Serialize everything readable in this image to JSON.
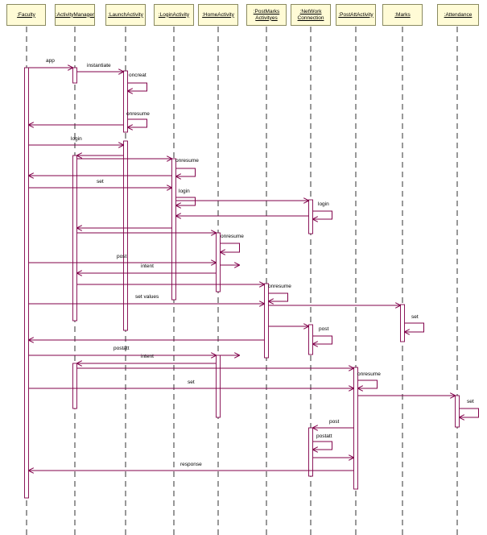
{
  "lifelines": [
    {
      "id": "faculty",
      "label": [
        ":Faculty"
      ]
    },
    {
      "id": "activitymanager",
      "label": [
        ":ActivityManager"
      ]
    },
    {
      "id": "launchactivity",
      "label": [
        ":LaunchActivity"
      ]
    },
    {
      "id": "loginactivity",
      "label": [
        ":LoginActivity"
      ]
    },
    {
      "id": "homeactivity",
      "label": [
        ":HomeActivity"
      ]
    },
    {
      "id": "postmarksactivity",
      "label": [
        ":PostMarks",
        "Activityes"
      ]
    },
    {
      "id": "networkconnection",
      "label": [
        ":NetWork",
        "Connection"
      ]
    },
    {
      "id": "postattactivity",
      "label": [
        ":PostAttActivity"
      ]
    },
    {
      "id": "marks",
      "label": [
        ":Marks"
      ]
    },
    {
      "id": "attendance",
      "label": [
        ":Attendance"
      ]
    }
  ],
  "messages": [
    {
      "from": "faculty",
      "to": "activitymanager",
      "label": "app"
    },
    {
      "from": "activitymanager",
      "to": "launchactivity",
      "label": "instantiate"
    },
    {
      "from": "launchactivity",
      "to": "launchactivity",
      "label": "oncreat"
    },
    {
      "from": "launchactivity",
      "to": "faculty",
      "label": ""
    },
    {
      "from": "launchactivity",
      "to": "launchactivity",
      "label": "onresume"
    },
    {
      "from": "faculty",
      "to": "launchactivity",
      "label": "login"
    },
    {
      "from": "launchactivity",
      "to": "activitymanager",
      "label": ""
    },
    {
      "from": "activitymanager",
      "to": "loginactivity",
      "label": ""
    },
    {
      "from": "loginactivity",
      "to": "loginactivity",
      "label": "onresume"
    },
    {
      "from": "loginactivity",
      "to": "faculty",
      "label": ""
    },
    {
      "from": "faculty",
      "to": "loginactivity",
      "label": "set"
    },
    {
      "from": "loginactivity",
      "to": "loginactivity",
      "label": "login"
    },
    {
      "from": "loginactivity",
      "to": "networkconnection",
      "label": ""
    },
    {
      "from": "networkconnection",
      "to": "networkconnection",
      "label": "login"
    },
    {
      "from": "networkconnection",
      "to": "loginactivity",
      "label": ""
    },
    {
      "from": "loginactivity",
      "to": "activitymanager",
      "label": ""
    },
    {
      "from": "activitymanager",
      "to": "homeactivity",
      "label": ""
    },
    {
      "from": "homeactivity",
      "to": "homeactivity",
      "label": "onresume"
    },
    {
      "from": "faculty",
      "to": "homeactivity",
      "label": "post"
    },
    {
      "from": "homeactivity",
      "to": "homeactivity",
      "label": "intent"
    },
    {
      "from": "homeactivity",
      "to": "activitymanager",
      "label": ""
    },
    {
      "from": "activitymanager",
      "to": "postmarksactivity",
      "label": ""
    },
    {
      "from": "postmarksactivity",
      "to": "postmarksactivity",
      "label": "onresume"
    },
    {
      "from": "faculty",
      "to": "postmarksactivity",
      "label": "set values"
    },
    {
      "from": "postmarksactivity",
      "to": "marks",
      "label": ""
    },
    {
      "from": "marks",
      "to": "marks",
      "label": "set"
    },
    {
      "from": "postmarksactivity",
      "to": "networkconnection",
      "label": ""
    },
    {
      "from": "networkconnection",
      "to": "networkconnection",
      "label": "post"
    },
    {
      "from": "postmarksactivity",
      "to": "faculty",
      "label": ""
    },
    {
      "from": "faculty",
      "to": "homeactivity",
      "label": "postatt"
    },
    {
      "from": "homeactivity",
      "to": "homeactivity",
      "label": "intent"
    },
    {
      "from": "homeactivity",
      "to": "activitymanager",
      "label": ""
    },
    {
      "from": "activitymanager",
      "to": "postattactivity",
      "label": ""
    },
    {
      "from": "postattactivity",
      "to": "postattactivity",
      "label": "onresume"
    },
    {
      "from": "faculty",
      "to": "postattactivity",
      "label": "set"
    },
    {
      "from": "postattactivity",
      "to": "attendance",
      "label": ""
    },
    {
      "from": "attendance",
      "to": "attendance",
      "label": "set"
    },
    {
      "from": "postattactivity",
      "to": "networkconnection",
      "label": "post"
    },
    {
      "from": "networkconnection",
      "to": "networkconnection",
      "label": "postatt"
    },
    {
      "from": "networkconnection",
      "to": "postattactivity",
      "label": ""
    },
    {
      "from": "postattactivity",
      "to": "faculty",
      "label": "response"
    }
  ],
  "colors": {
    "line": "#80004a",
    "lifeline": "#000000",
    "header_fill": "#fffbd6",
    "header_border": "#8a8a60",
    "activation_fill": "#ffffff"
  }
}
